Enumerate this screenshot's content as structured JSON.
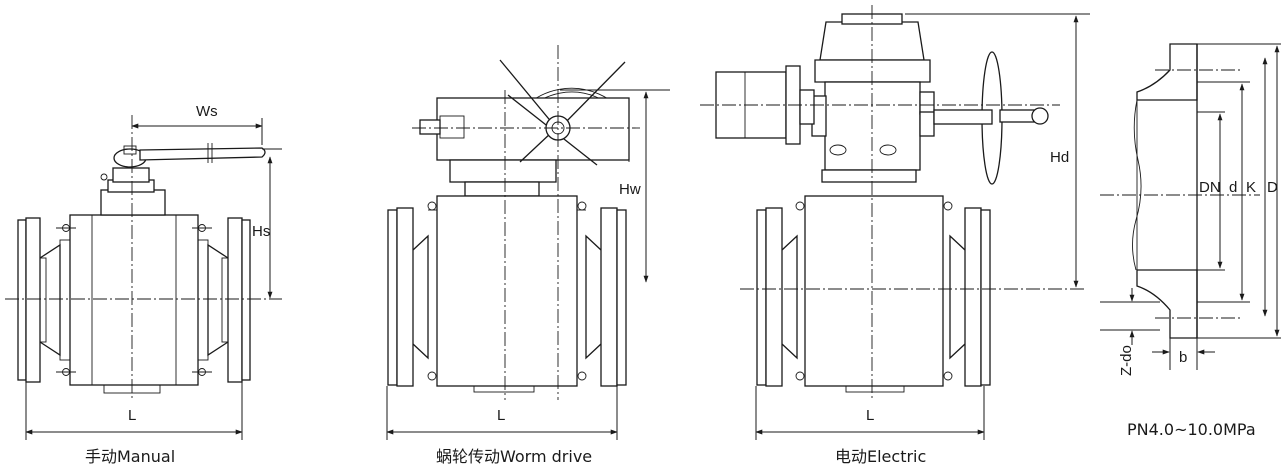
{
  "captions": {
    "manual": "手动Manual",
    "worm": "蜗轮传动Worm drive",
    "electric": "电动Electric",
    "pressure": "PN4.0~10.0MPa"
  },
  "labels": {
    "ws": "Ws",
    "hs": "Hs",
    "l_manual": "L",
    "hw": "Hw",
    "l_worm": "L",
    "hd": "Hd",
    "l_electric": "L",
    "dn": "DN",
    "d": "d",
    "k": "K",
    "D": "D",
    "zdo": "Z-do",
    "b": "b"
  }
}
